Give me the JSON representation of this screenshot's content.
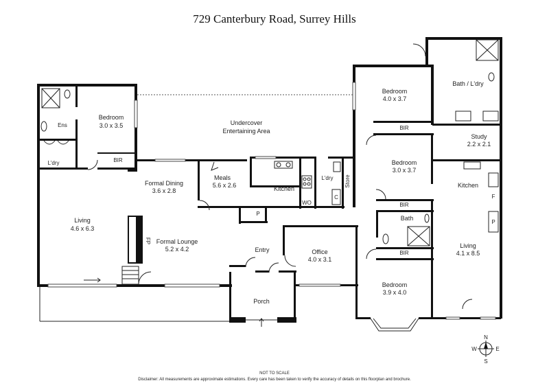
{
  "title": "729 Canterbury Road, Surrey Hills",
  "rooms": {
    "bedroom_w_name": "Bedroom",
    "bedroom_w_dims": "3.0 x 3.5",
    "ens": "Ens",
    "laundry_w": "L'dry",
    "bir_w": "BIR",
    "living_w_name": "Living",
    "living_w_dims": "4.6 x 6.3",
    "formal_dining_name": "Formal Dining",
    "formal_dining_dims": "3.6 x 2.8",
    "formal_lounge_name": "Formal Lounge",
    "formal_lounge_dims": "5.2 x 4.2",
    "fp": "FP",
    "undercover_line1": "Undercover",
    "undercover_line2": "Entertaining Area",
    "meals_name": "Meals",
    "meals_dims": "5.6 x 2.6",
    "kitchen_c": "Kitchen",
    "wo": "WO",
    "pantry": "P",
    "laundry_c": "L'dry",
    "store": "Store",
    "cupboard": "C",
    "entry": "Entry",
    "office_name": "Office",
    "office_dims": "4.0 x 3.1",
    "porch": "Porch",
    "bedroom_ne_name": "Bedroom",
    "bedroom_ne_dims": "4.0 x 3.7",
    "bir_ne": "BIR",
    "bedroom_mid_name": "Bedroom",
    "bedroom_mid_dims": "3.0 x 3.7",
    "bir_mid": "BIR",
    "bath_mid": "Bath",
    "bir_se": "BIR",
    "bedroom_se_name": "Bedroom",
    "bedroom_se_dims": "3.9 x 4.0",
    "bath_laundry_e": "Bath / L'dry",
    "study_name": "Study",
    "study_dims": "2.2 x 2.1",
    "kitchen_e": "Kitchen",
    "fridge_e": "F",
    "pantry_e": "P",
    "living_e_name": "Living",
    "living_e_dims": "4.1 x 8.5"
  },
  "compass": {
    "n": "N",
    "s": "S",
    "e": "E",
    "w": "W"
  },
  "footer": {
    "not_to_scale": "NOT TO SCALE",
    "disclaimer": "Disclaimer: All measurements are approximate estimations. Every care has been taken to verify the accuracy of details on this floorplan and brochure."
  }
}
